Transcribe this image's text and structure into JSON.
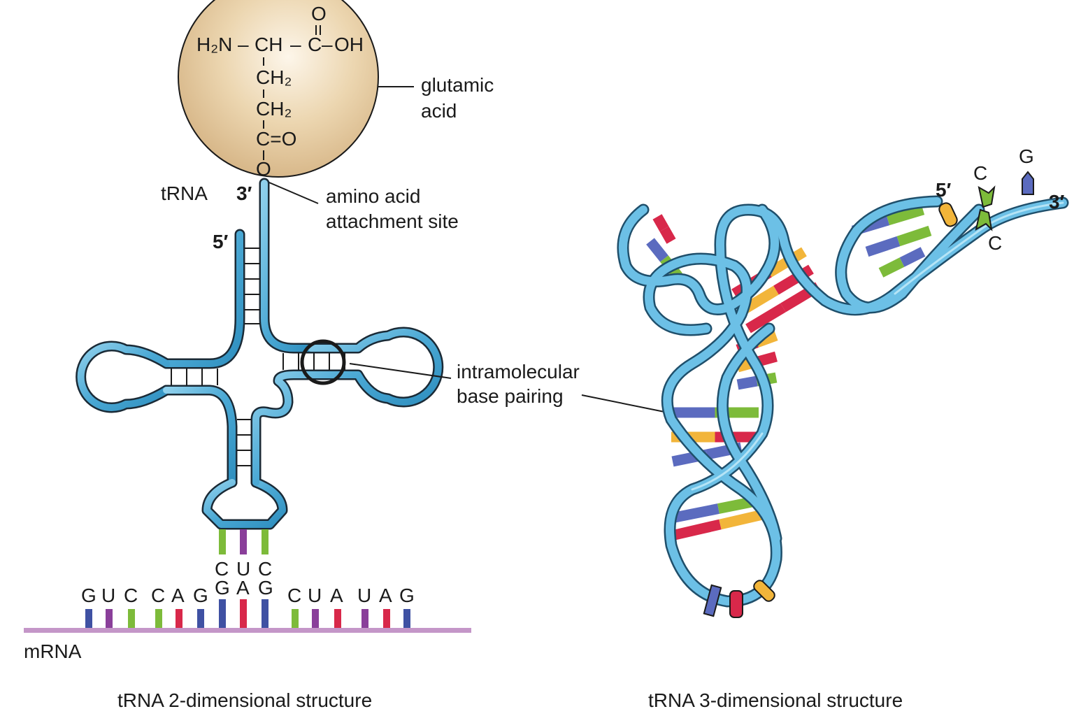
{
  "amino_acid": {
    "name_line1": "glutamic",
    "name_line2": "acid",
    "formula": {
      "main_chain": "H₂N–CH–C–OH",
      "h2n": "H₂N",
      "ch": "CH",
      "c": "C",
      "oh": "OH",
      "top_o": "O",
      "ch2_a": "CH₂",
      "ch2_b": "CH₂",
      "c_eq_o": "C=O",
      "ester_o": "O"
    },
    "sphere_color": "#e8cfa6"
  },
  "two_d": {
    "trna_label": "tRNA",
    "three_prime": "3′",
    "five_prime": "5′",
    "attachment_label_line1": "amino acid",
    "attachment_label_line2": "attachment site",
    "pairing_label_line1": "intramolecular",
    "pairing_label_line2": "base pairing",
    "anticodon": [
      "C",
      "U",
      "C"
    ],
    "codon": [
      "G",
      "A",
      "G"
    ],
    "mrna_label": "mRNA",
    "mrna_bases": [
      "G",
      "U",
      "C",
      "C",
      "A",
      "G",
      "G",
      "A",
      "G",
      "C",
      "U",
      "A",
      "U",
      "A",
      "G"
    ],
    "caption": "tRNA 2-dimensional structure",
    "strand_color": "#4aa8d4"
  },
  "three_d": {
    "five_prime": "5′",
    "three_prime": "3′",
    "cca_tail": [
      "C",
      "C",
      "G"
    ],
    "caption": "tRNA 3-dimensional structure"
  },
  "base_colors": {
    "G": "#3f51a3",
    "U": "#8a3f9a",
    "C": "#7dbb3a",
    "A": "#d8284a",
    "mrna_backbone": "#c496c8"
  }
}
